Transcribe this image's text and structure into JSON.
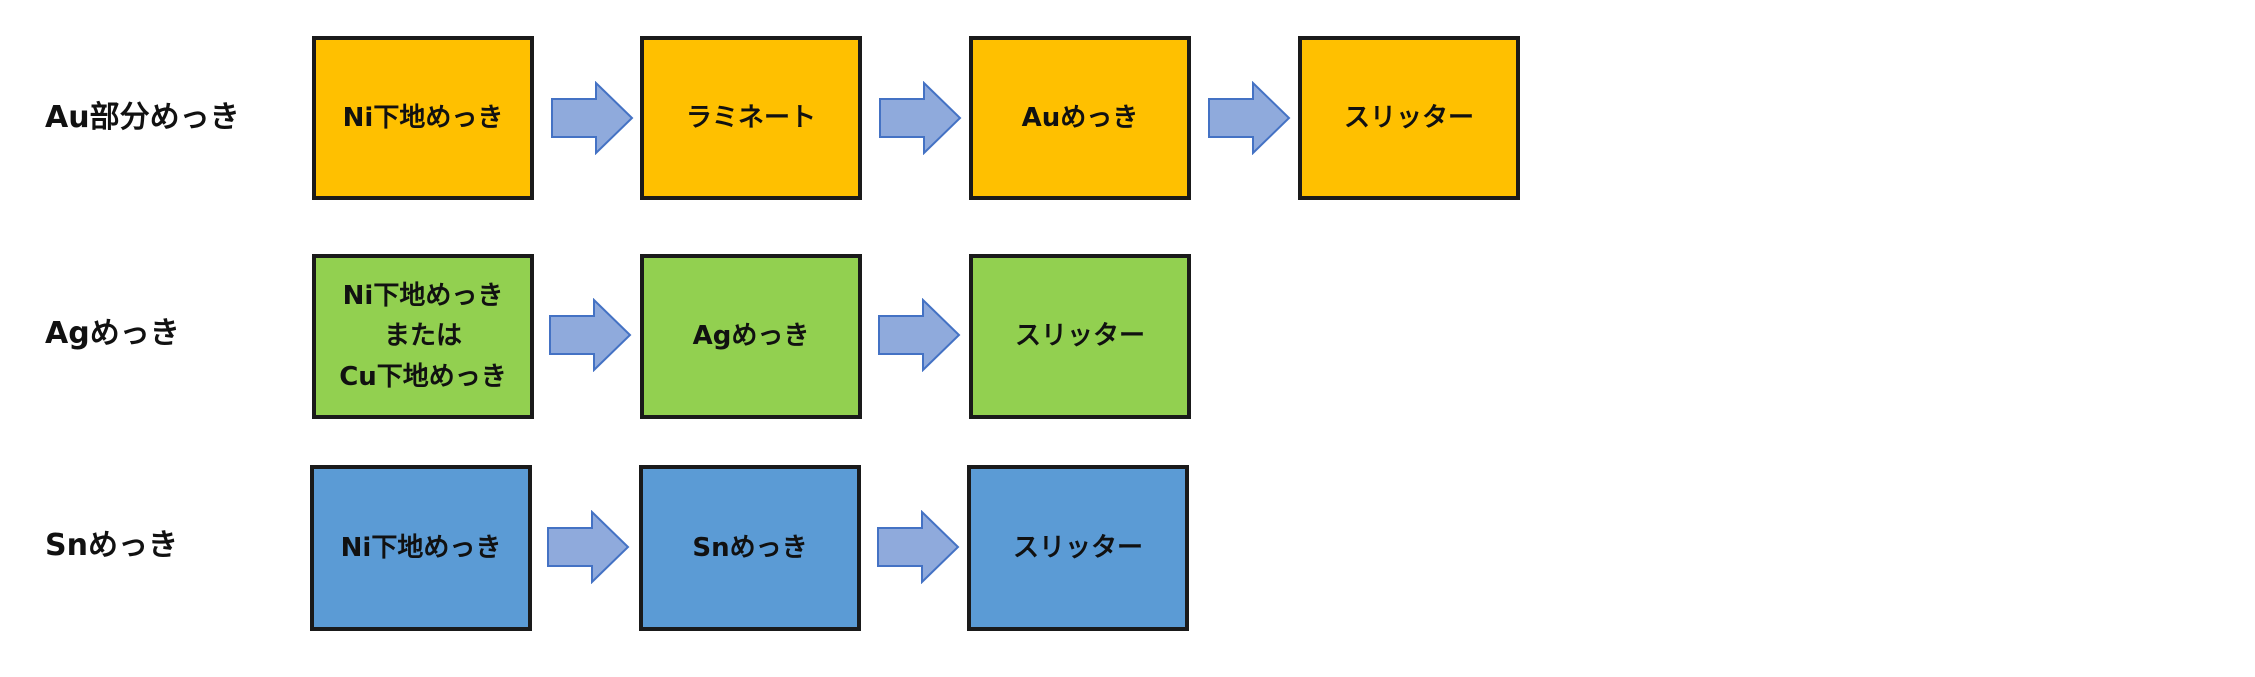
{
  "colors": {
    "au": "#FFC000",
    "ag": "#92D050",
    "sn": "#5B9BD5",
    "arrow_fill": "#8FAADC",
    "arrow_stroke": "#4472C4",
    "border": "#1a1a1a"
  },
  "rows": [
    {
      "label": "Au部分めっき",
      "steps": [
        {
          "lines": [
            "Ni下地めっき"
          ]
        },
        {
          "lines": [
            "ラミネート"
          ]
        },
        {
          "lines": [
            "Auめっき"
          ]
        },
        {
          "lines": [
            "スリッター"
          ]
        }
      ]
    },
    {
      "label": "Agめっき",
      "steps": [
        {
          "lines": [
            "Ni下地めっき",
            "または",
            "Cu下地めっき"
          ]
        },
        {
          "lines": [
            "Agめっき"
          ]
        },
        {
          "lines": [
            "スリッター"
          ]
        }
      ]
    },
    {
      "label": "Snめっき",
      "steps": [
        {
          "lines": [
            "Ni下地めっき"
          ]
        },
        {
          "lines": [
            "Snめっき"
          ]
        },
        {
          "lines": [
            "スリッター"
          ]
        }
      ]
    }
  ]
}
